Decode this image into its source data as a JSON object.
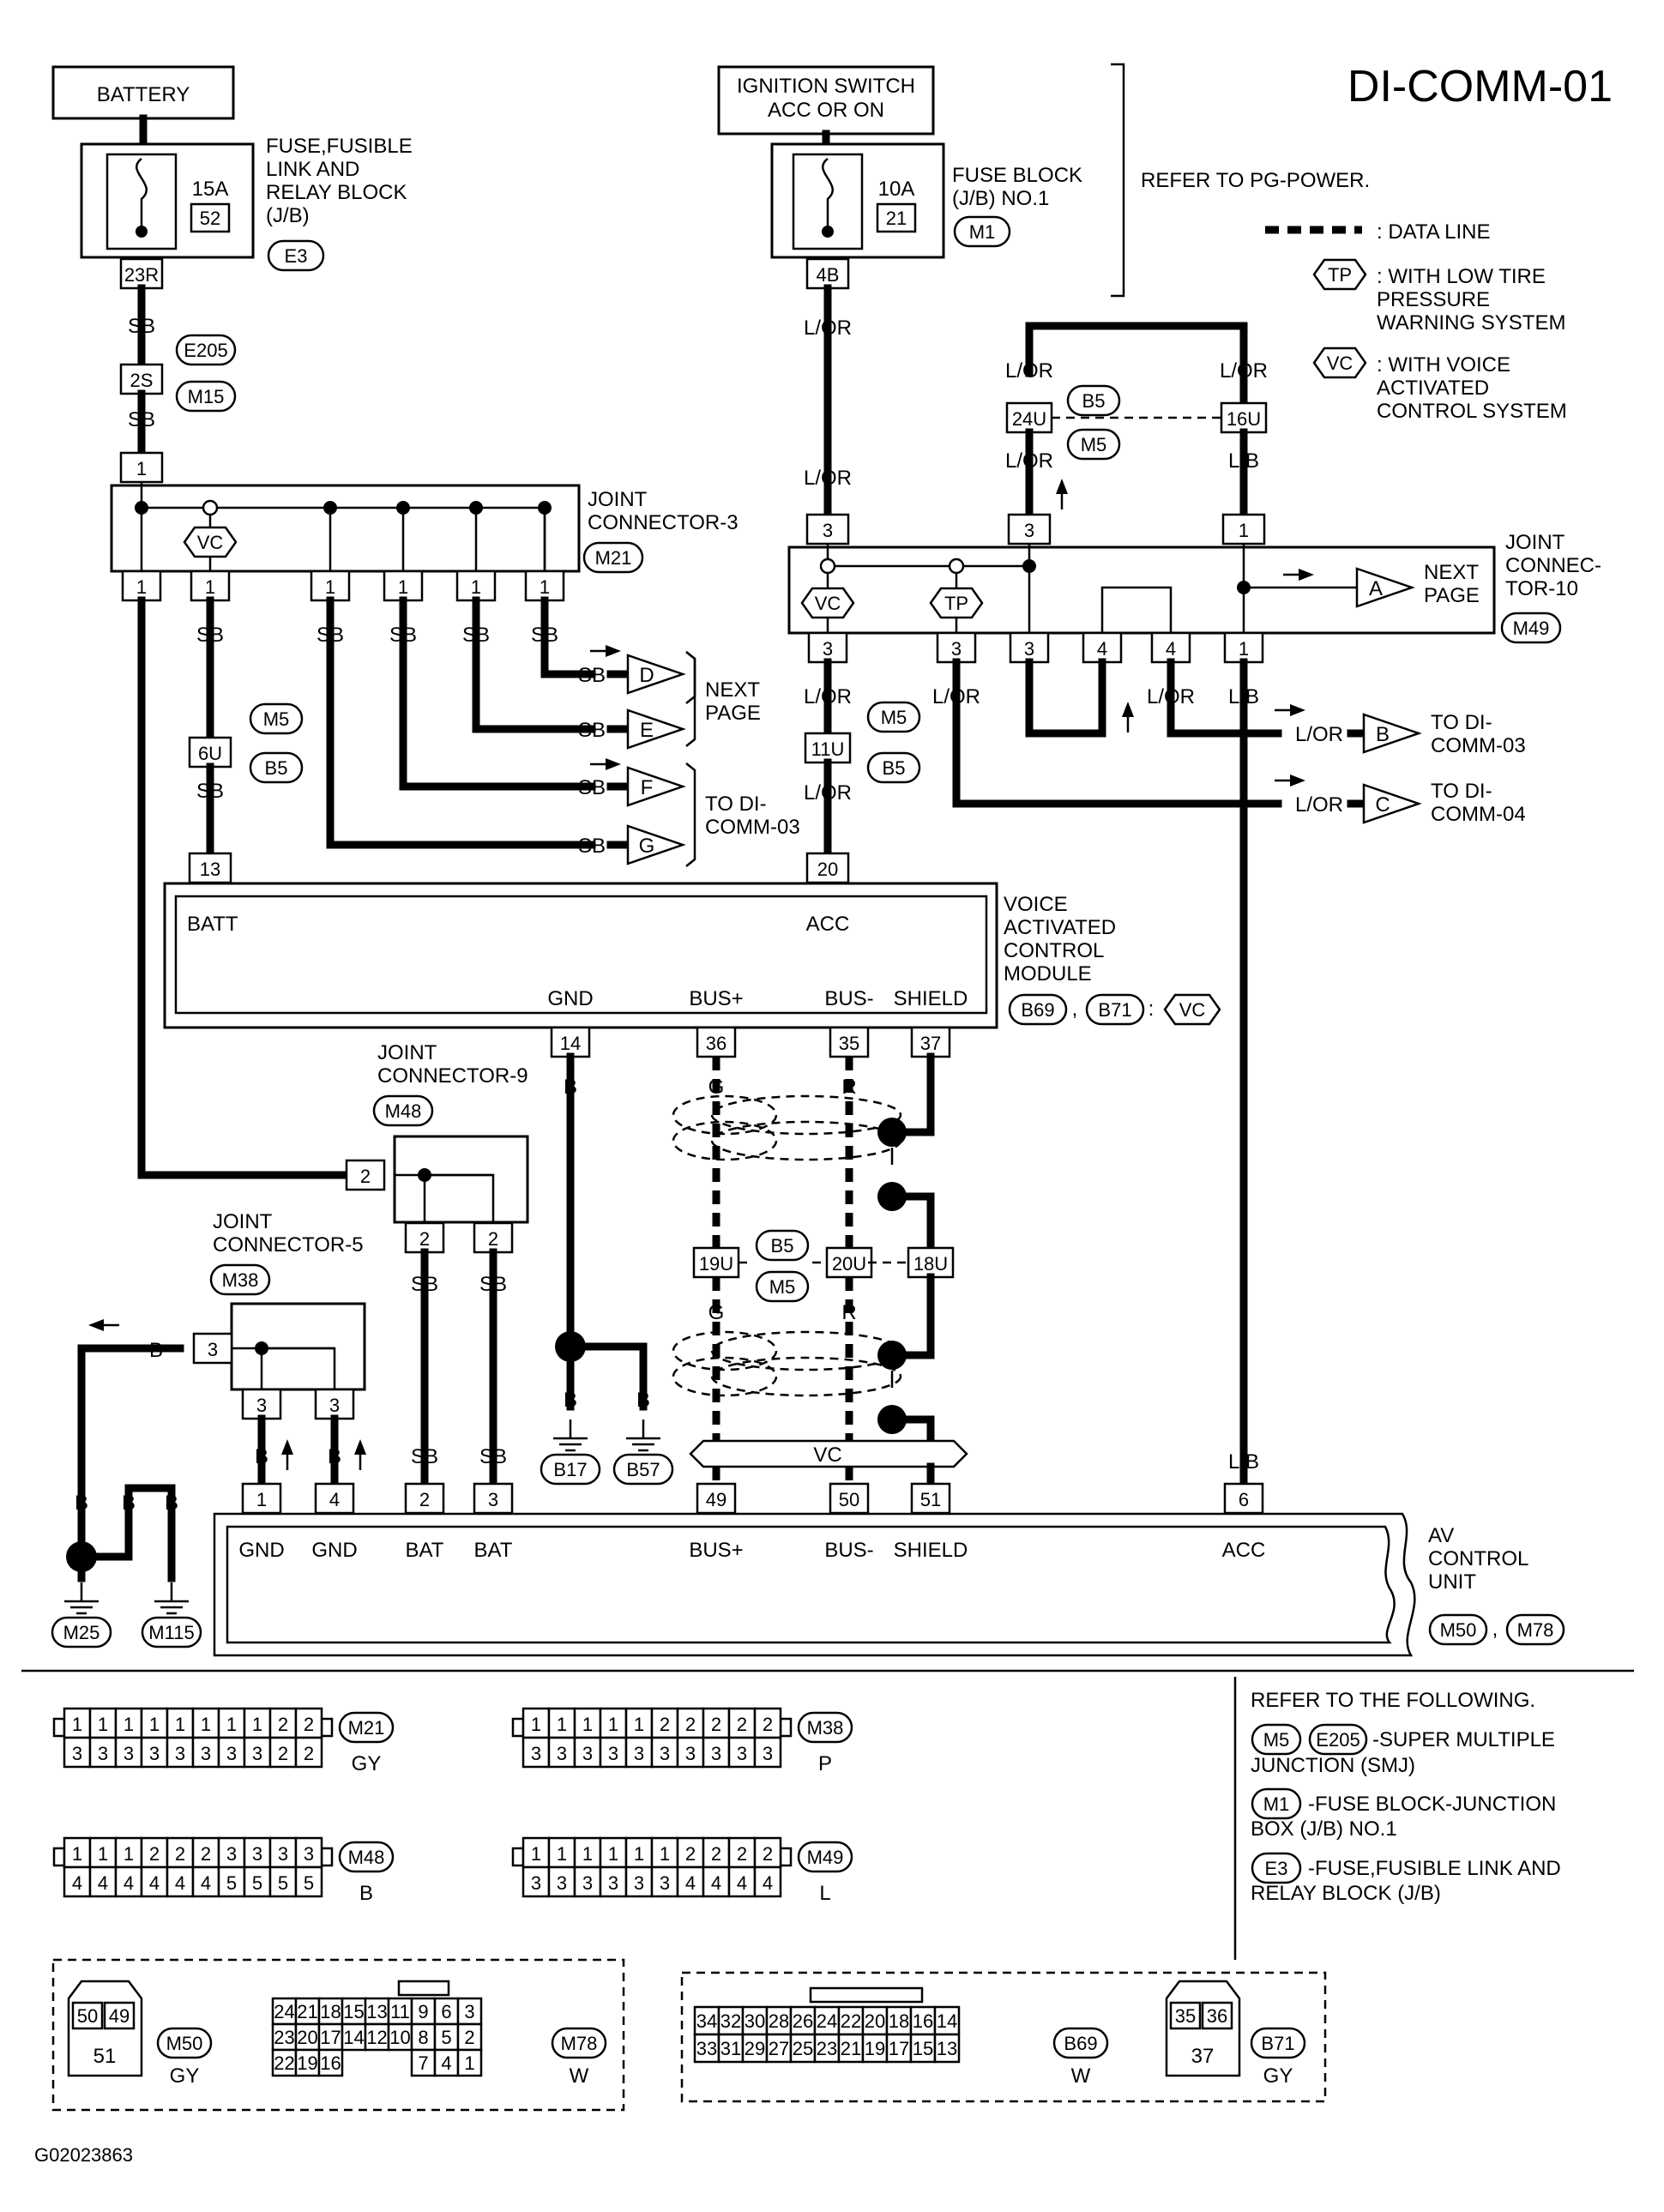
{
  "diagram": {
    "title": "DI-COMM-01",
    "code": "G02023863",
    "refer_power": "REFER TO PG-POWER.",
    "legend": {
      "data_line": ": DATA LINE",
      "tp_tag": "TP",
      "tp_text": [
        ": WITH LOW TIRE",
        "PRESSURE",
        "WARNING SYSTEM"
      ],
      "vc_tag": "VC",
      "vc_text": [
        ": WITH VOICE",
        "ACTIVATED",
        "CONTROL SYSTEM"
      ]
    },
    "battery": "BATTERY",
    "ignition": [
      "IGNITION SWITCH",
      "ACC OR ON"
    ],
    "fuse1": {
      "amp": "15A",
      "num": "52",
      "pin": "23R",
      "conn": "E3",
      "label": [
        "FUSE,FUSIBLE",
        "LINK AND",
        "RELAY BLOCK",
        "(J/B)"
      ]
    },
    "fuse2": {
      "amp": "10A",
      "num": "21",
      "pin": "4B",
      "conn": "M1",
      "label": [
        "FUSE BLOCK",
        "(J/B) NO.1"
      ]
    },
    "jc3": {
      "label": [
        "JOINT",
        "CONNECTOR-3"
      ],
      "conn": "M21",
      "top_pin": "1",
      "pins": [
        "1",
        "1",
        "1",
        "1",
        "1",
        "1"
      ],
      "vc": "VC"
    },
    "jc10": {
      "label": [
        "JOINT",
        "CONNEC-",
        "TOR-10"
      ],
      "conn": "M49",
      "top_pins": [
        "3",
        "3",
        "1"
      ],
      "bottom_pins": [
        "3",
        "3",
        "3",
        "4",
        "4",
        "1"
      ],
      "vc": "VC",
      "tp": "TP"
    },
    "jc9": {
      "label": [
        "JOINT",
        "CONNECTOR-9"
      ],
      "conn": "M48",
      "pins": [
        "2",
        "2",
        "2"
      ]
    },
    "jc5": {
      "label": [
        "JOINT",
        "CONNECTOR-5"
      ],
      "conn": "M38",
      "pins": [
        "3",
        "3",
        "3"
      ]
    },
    "vcm": {
      "label": [
        "VOICE",
        "ACTIVATED",
        "CONTROL",
        "MODULE"
      ],
      "conns": [
        "B69",
        "B71"
      ],
      "sep": ",",
      "colon": ":",
      "vc": "VC",
      "top": [
        {
          "pin": "13",
          "name": "BATT"
        },
        {
          "pin": "20",
          "name": "ACC"
        }
      ],
      "bottom": [
        {
          "pin": "14",
          "name": "GND"
        },
        {
          "pin": "36",
          "name": "BUS+"
        },
        {
          "pin": "35",
          "name": "BUS-"
        },
        {
          "pin": "37",
          "name": "SHIELD"
        }
      ]
    },
    "av": {
      "label": [
        "AV",
        "CONTROL",
        "UNIT"
      ],
      "conns": [
        "M50",
        "M78"
      ],
      "sep": ",",
      "pins": [
        {
          "pin": "1",
          "name": "GND"
        },
        {
          "pin": "4",
          "name": "GND"
        },
        {
          "pin": "2",
          "name": "BAT"
        },
        {
          "pin": "3",
          "name": "BAT"
        },
        {
          "pin": "49",
          "name": "BUS+"
        },
        {
          "pin": "50",
          "name": "BUS-"
        },
        {
          "pin": "51",
          "name": "SHIELD"
        },
        {
          "pin": "6",
          "name": "ACC"
        }
      ]
    },
    "inline": {
      "e205": "E205",
      "m15": "M15",
      "m5": "M5",
      "b5": "B5",
      "p2s": "2S",
      "p6u": "6U",
      "p11u": "11U",
      "p24u": "24U",
      "p16u_top": "16U",
      "p19u": "19U",
      "p20u": "20U",
      "p18u": "18U"
    },
    "colors": {
      "sb": "SB",
      "lor": "L/OR",
      "lb": "L/B",
      "b": "B",
      "g": "G",
      "r": "R"
    },
    "offpage": {
      "a": "A",
      "b": "B",
      "c": "C",
      "d": "D",
      "e": "E",
      "f": "F",
      "g": "G",
      "next": [
        "NEXT",
        "PAGE"
      ],
      "to3": [
        "TO DI-",
        "COMM-03"
      ],
      "to4": [
        "TO DI-",
        "COMM-04"
      ]
    },
    "grounds": {
      "b17": "B17",
      "b57": "B57",
      "m25": "M25",
      "m115": "M115"
    },
    "vc_bus": "VC",
    "refer": {
      "title": "REFER TO THE FOLLOWING.",
      "r1": {
        "c1": "M5",
        "c2": "E205",
        "text": [
          "-SUPER MULTIPLE",
          "JUNCTION (SMJ)"
        ]
      },
      "r2": {
        "c1": "M1",
        "text": [
          "-FUSE BLOCK-JUNCTION",
          "BOX (J/B) NO.1"
        ]
      },
      "r3": {
        "c1": "E3",
        "text": [
          "-FUSE,FUSIBLE LINK AND",
          "RELAY BLOCK (J/B)"
        ]
      }
    },
    "faces": {
      "m21": {
        "id": "M21",
        "color": "GY",
        "top": [
          "1",
          "1",
          "1",
          "1",
          "1",
          "1",
          "1",
          "1",
          "2",
          "2"
        ],
        "bottom": [
          "3",
          "3",
          "3",
          "3",
          "3",
          "3",
          "3",
          "3",
          "2",
          "2"
        ]
      },
      "m38": {
        "id": "M38",
        "color": "P",
        "top": [
          "1",
          "1",
          "1",
          "1",
          "1",
          "2",
          "2",
          "2",
          "2",
          "2"
        ],
        "bottom": [
          "3",
          "3",
          "3",
          "3",
          "3",
          "3",
          "3",
          "3",
          "3",
          "3"
        ]
      },
      "m48": {
        "id": "M48",
        "color": "B",
        "top": [
          "1",
          "1",
          "1",
          "2",
          "2",
          "2",
          "3",
          "3",
          "3",
          "3"
        ],
        "bottom": [
          "4",
          "4",
          "4",
          "4",
          "4",
          "4",
          "5",
          "5",
          "5",
          "5"
        ]
      },
      "m49": {
        "id": "M49",
        "color": "L",
        "top": [
          "1",
          "1",
          "1",
          "1",
          "1",
          "1",
          "2",
          "2",
          "2",
          "2"
        ],
        "bottom": [
          "3",
          "3",
          "3",
          "3",
          "3",
          "3",
          "4",
          "4",
          "4",
          "4"
        ]
      },
      "m50": {
        "id": "M50",
        "color": "GY",
        "pins": [
          "50",
          "49",
          "51"
        ]
      },
      "m78": {
        "id": "M78",
        "color": "W",
        "r1": [
          "24",
          "21",
          "18",
          "15",
          "13",
          "11",
          "9",
          "6",
          "3"
        ],
        "r2": [
          "23",
          "20",
          "17",
          "14",
          "12",
          "10",
          "8",
          "5",
          "2"
        ],
        "r3": [
          "22",
          "19",
          "16",
          "7",
          "4",
          "1"
        ]
      },
      "b69": {
        "id": "B69",
        "color": "W",
        "r1": [
          "34",
          "32",
          "30",
          "28",
          "26",
          "24",
          "22",
          "20",
          "18",
          "16",
          "14"
        ],
        "r2": [
          "33",
          "31",
          "29",
          "27",
          "25",
          "23",
          "21",
          "19",
          "17",
          "15",
          "13"
        ]
      },
      "b71": {
        "id": "B71",
        "color": "GY",
        "pins": [
          "35",
          "36",
          "37"
        ]
      }
    }
  }
}
